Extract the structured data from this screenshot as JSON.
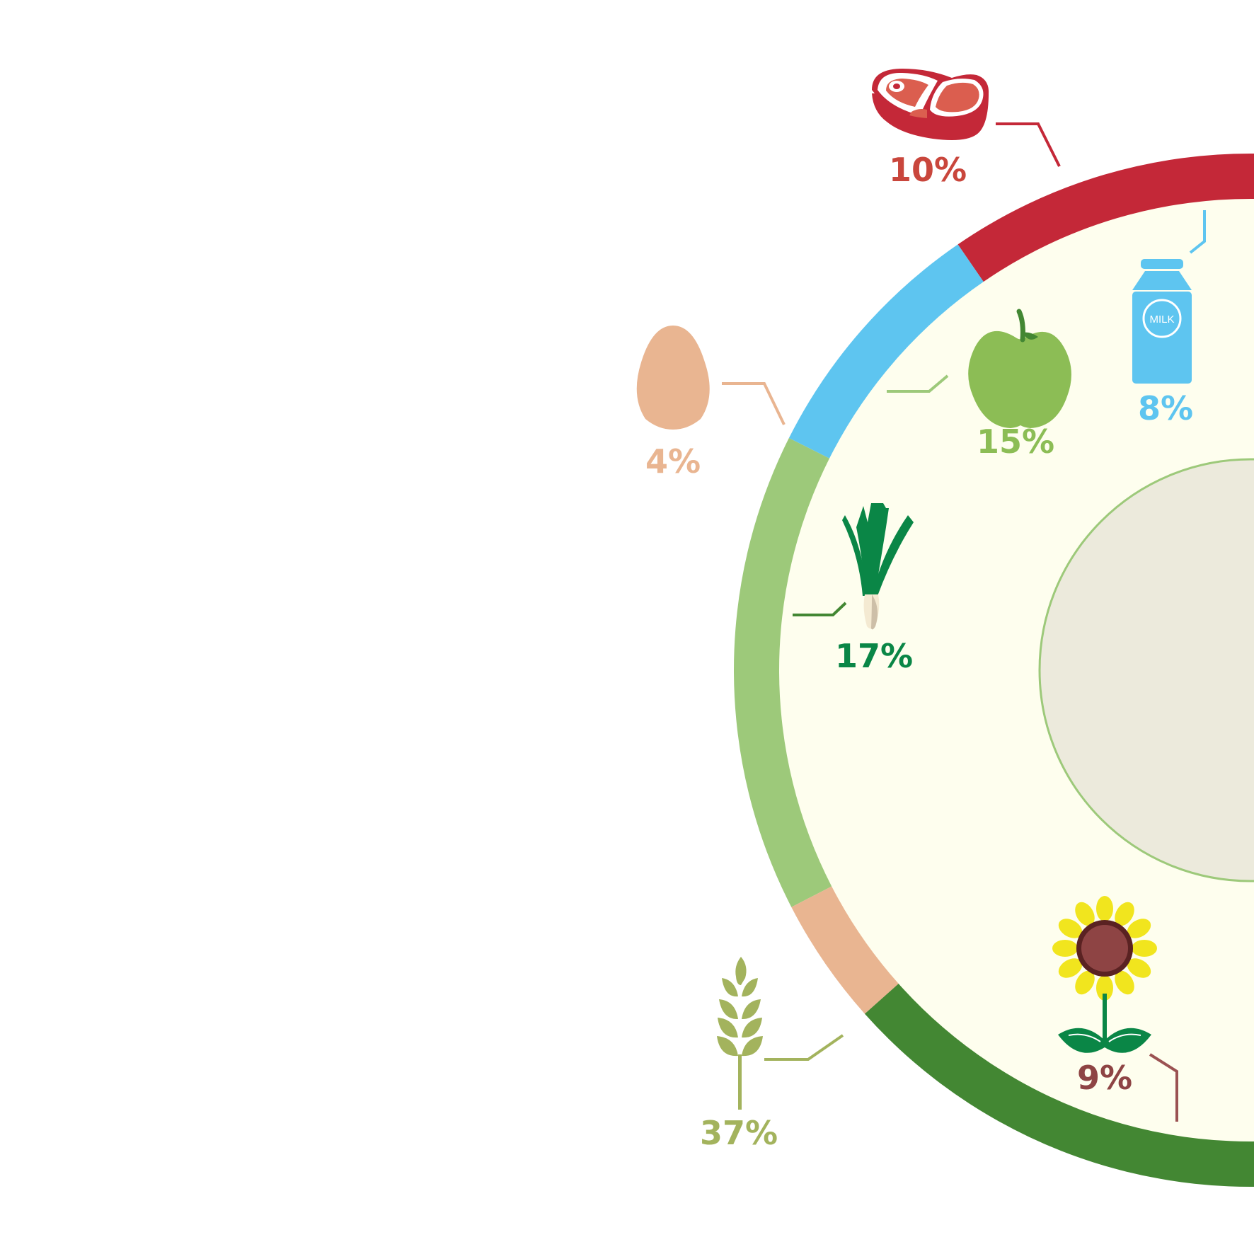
{
  "chart_data": {
    "type": "pie",
    "title": "",
    "series": [
      {
        "values": [
          {
            "label": "10%",
            "value": 10,
            "color": "#c42838",
            "icon": "meat-steak-icon"
          },
          {
            "label": "8%",
            "value": 8,
            "color": "#5ec5f0",
            "icon": "milk-carton-icon"
          },
          {
            "label": "15%",
            "value": 15,
            "color": "#9dc97a",
            "icon": "apple-icon"
          },
          {
            "label": "4%",
            "value": 4,
            "color": "#e9b591",
            "icon": "egg-icon"
          },
          {
            "label": "17%",
            "value": 17,
            "color": "#438733",
            "icon": "leek-icon"
          },
          {
            "label": "37%",
            "value": 37,
            "color": "#a3b35d",
            "icon": "wheat-icon"
          },
          {
            "label": "9%",
            "value": 9,
            "color": "#9b5252",
            "icon": "sunflower-icon"
          }
        ]
      }
    ],
    "ring_colors": {
      "plate": "#fefeee",
      "center": "#eceadc",
      "center_stroke": "#9dc97a"
    },
    "milk_label": "MILK",
    "label_colors": {
      "meat": "#c9463c",
      "milk": "#5ec5f0",
      "apple": "#8cbd55",
      "egg": "#e9b591",
      "leek": "#0a8646",
      "wheat": "#a3b35d",
      "sunflower": "#8e4444"
    }
  }
}
